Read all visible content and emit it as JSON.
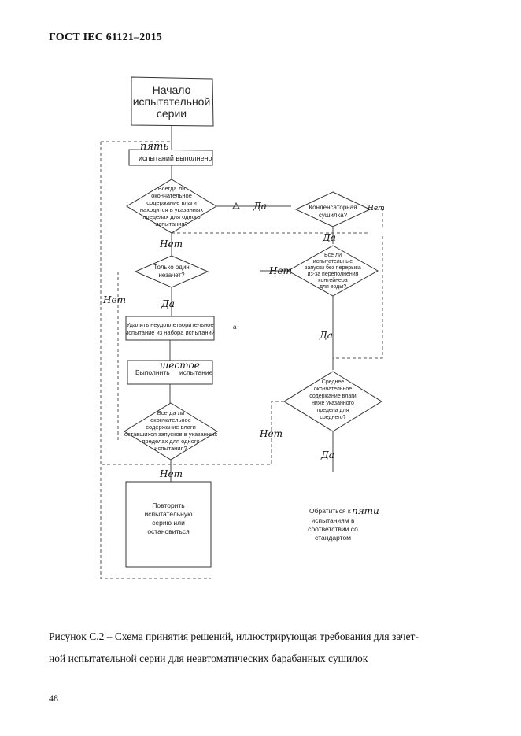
{
  "header": {
    "title": "ГОСТ IEC 61121–2015"
  },
  "flow": {
    "start": {
      "line1": "Начало",
      "line2": "испытательной",
      "line3": "серии"
    },
    "five_tests": {
      "handwritten": "пять",
      "text": "испытаний выполнено"
    },
    "q_moisture": {
      "l1": "Всегда ли",
      "l2": "окончательное",
      "l3": "содержание влаги",
      "l4": "находится в указанных",
      "l5": "пределах для одного",
      "l6": "испытания?"
    },
    "q_condenser": {
      "l1": "Конденсаторная",
      "l2": "сушилка?"
    },
    "q_only_one": {
      "l1": "Только один",
      "l2": "незачет?"
    },
    "q_all_runs": {
      "l1": "Все ли",
      "l2": "испытательные",
      "l3": "запуски без перерыва",
      "l4": "из-за переполнения",
      "l5": "контейнера",
      "l6": "для воды?"
    },
    "remove_box": {
      "l1": "Удалить неудовлетворительное",
      "l2": "испытание из набора испытаний"
    },
    "sixth_box": {
      "prefix": "Выполнить",
      "handwritten": "шестое",
      "suffix": "испытание"
    },
    "q_remaining": {
      "l1": "Всегда ли",
      "l2": "окончательное",
      "l3": "содержание влаги",
      "l4": "оставшихся запусков в указанных",
      "l5": "пределах для одного",
      "l6": "испытания?"
    },
    "q_average": {
      "l1": "Среднее",
      "l2": "окончательное",
      "l3": "содержание влаги",
      "l4": "ниже указанного",
      "l5": "предела для",
      "l6": "среднего?"
    },
    "repeat_box": {
      "l1": "Повторить",
      "l2": "испытательную",
      "l3": "серию или",
      "l4": "остановиться"
    },
    "refer_box": {
      "l1a": "Обратиться к",
      "handwritten": "пяти",
      "l2": "испытаниям в",
      "l3": "соответствии со",
      "l4": "стандартом"
    },
    "labels": {
      "da": "Да",
      "net": "Нет",
      "stray_a": "а"
    }
  },
  "caption": {
    "line1": "Рисунок С.2 – Схема принятия решений, иллюстрирующая требования для зачет-",
    "line2": "ной испытательной серии для неавтоматических барабанных сушилок"
  },
  "page": {
    "number": "48"
  }
}
